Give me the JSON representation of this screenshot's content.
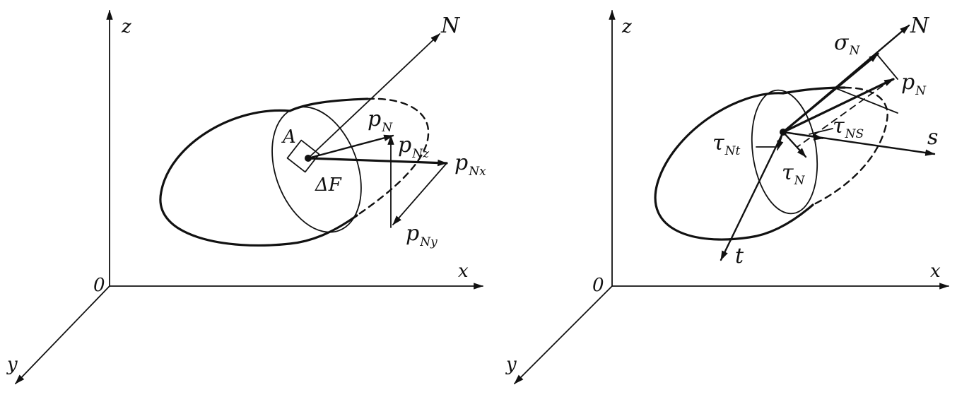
{
  "left_figure": {
    "axes": {
      "x": "x",
      "y": "y",
      "z": "z",
      "origin": "0"
    },
    "normal": "N",
    "point": "A",
    "area": "ΔF",
    "p_main": "p",
    "p_sub": "N",
    "pz_main": "p",
    "pz_sub": "Nz",
    "px_main": "p",
    "px_sub": "Nx",
    "py_main": "p",
    "py_sub": "Ny"
  },
  "right_figure": {
    "axes": {
      "x": "x",
      "y": "y",
      "z": "z",
      "origin": "0"
    },
    "normal": "N",
    "sigma_main": "σ",
    "sigma_sub": "N",
    "p_main": "p",
    "p_sub": "N",
    "tau_ns_main": "τ",
    "tau_ns_sub": "NS",
    "tau_nt_main": "τ",
    "tau_nt_sub": "Nt",
    "tau_n_main": "τ",
    "tau_n_sub": "N",
    "s_axis": "s",
    "t_axis": "t"
  },
  "colors": {
    "ink": "#111111",
    "paper": "#ffffff"
  }
}
